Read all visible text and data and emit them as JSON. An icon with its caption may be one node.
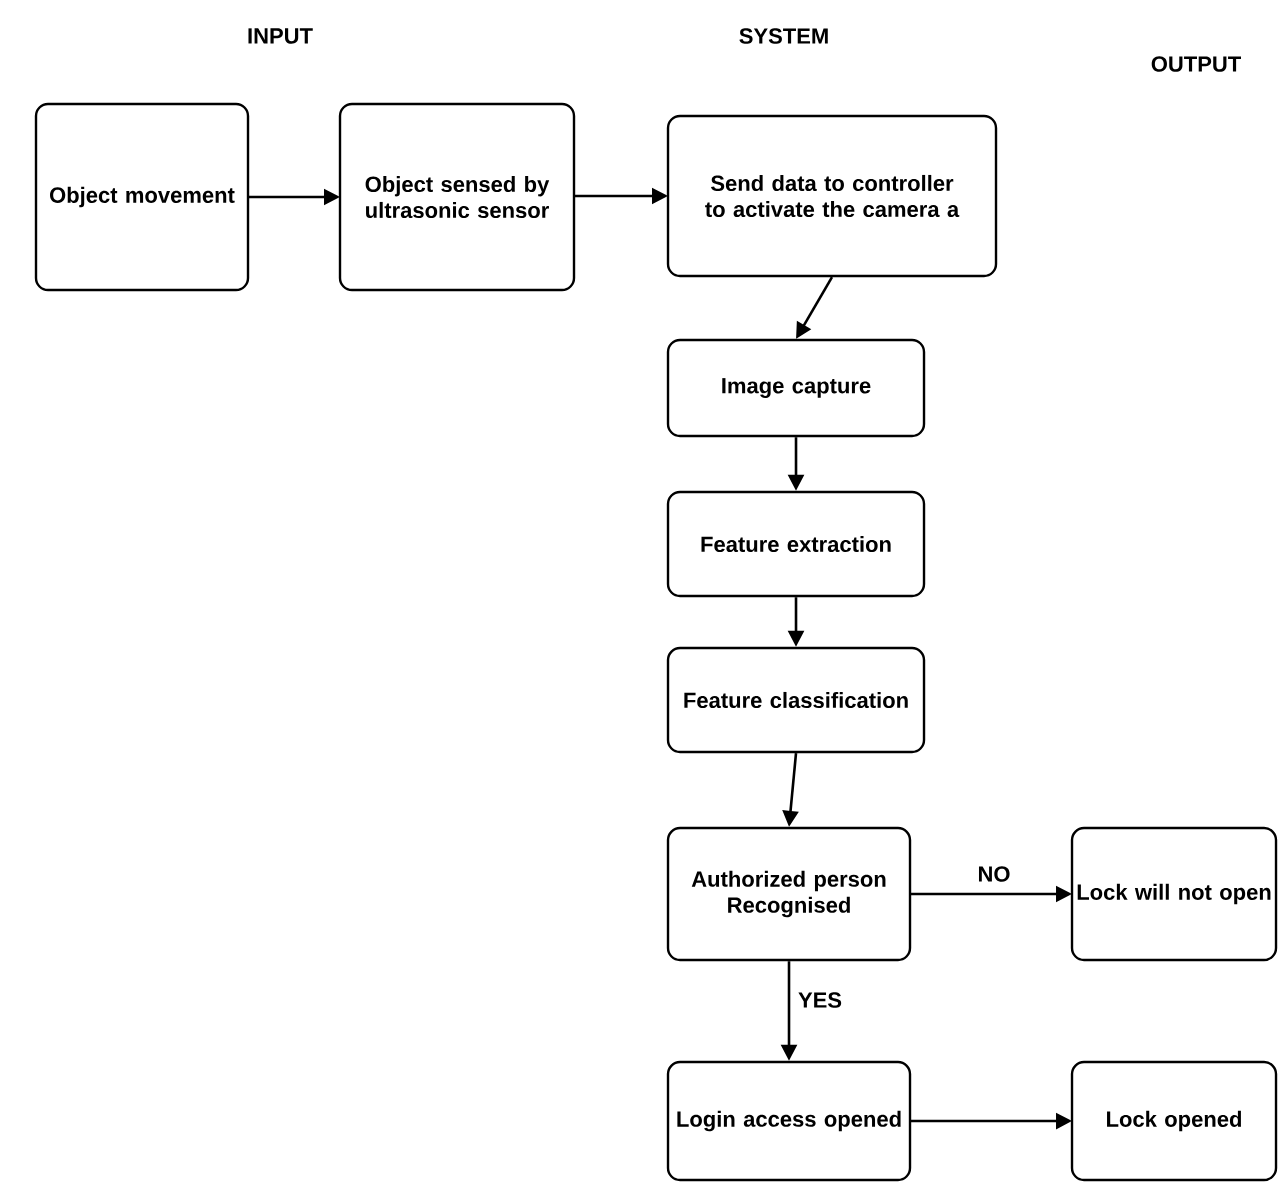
{
  "diagram": {
    "nodes": [
      {
        "text": [
          "Object movement"
        ]
      },
      {
        "text": [
          "Object sensed by ultrasonic sensor"
        ]
      },
      {
        "text": [
          "Send data to controller to activate the camera a"
        ]
      },
      {
        "text": [
          "Image capture"
        ]
      },
      {
        "text": [
          "Feature extraction"
        ]
      },
      {
        "text": [
          "Feature classification"
        ]
      },
      {
        "text": [
          "Authorized person Recognised"
        ]
      },
      {
        "text": [
          "Lock will not open"
        ]
      },
      {
        "text": [
          "Login access opened"
        ]
      },
      {
        "text": [
          "Lock opened"
        ]
      }
    ],
    "edges": [
      {
        "from": 0,
        "to": 1,
        "arrow": "to"
      },
      {
        "from": 1,
        "to": 2,
        "arrow": "to"
      },
      {
        "from": 2,
        "to": 3,
        "arrow": "to"
      },
      {
        "from": 3,
        "to": 4,
        "arrow": "to"
      },
      {
        "from": 4,
        "to": 5,
        "arrow": "to"
      },
      {
        "from": 5,
        "to": 6,
        "arrow": "to"
      },
      {
        "from": 6,
        "to": 7,
        "arrow": "to",
        "label": "NO"
      },
      {
        "from": 6,
        "to": 8,
        "arrow": "to",
        "label": "YES"
      },
      {
        "from": 8,
        "to": 9,
        "arrow": "to"
      }
    ],
    "labels": [
      "INPUT",
      "SYSTEM",
      "OUTPUT"
    ]
  }
}
